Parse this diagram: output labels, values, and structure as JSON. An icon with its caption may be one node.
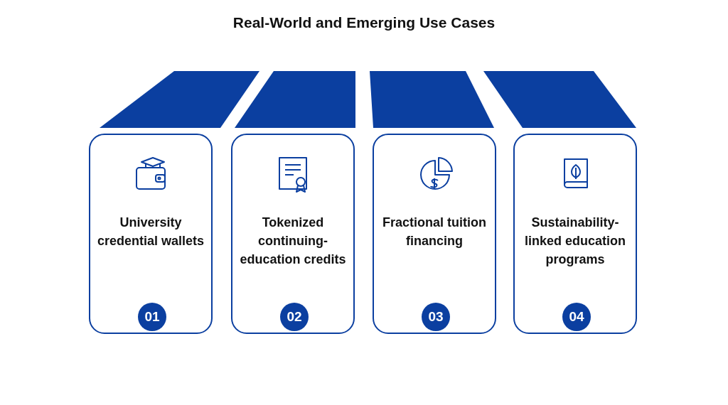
{
  "diagram": {
    "title": "Real-World and Emerging Use Cases",
    "nodes": [
      {
        "text": [
          "University credential wallets"
        ]
      },
      {
        "text": [
          "01"
        ],
        "in": 0
      },
      {
        "text": [
          "Tokenized continuing-education credits"
        ]
      },
      {
        "text": [
          "02"
        ],
        "in": 2
      },
      {
        "text": [
          "Fractional tuition financing"
        ]
      },
      {
        "text": [
          "03"
        ],
        "in": 4
      },
      {
        "text": [
          "Sustainability-linked education programs"
        ]
      },
      {
        "text": [
          "04"
        ],
        "in": 6
      }
    ]
  }
}
